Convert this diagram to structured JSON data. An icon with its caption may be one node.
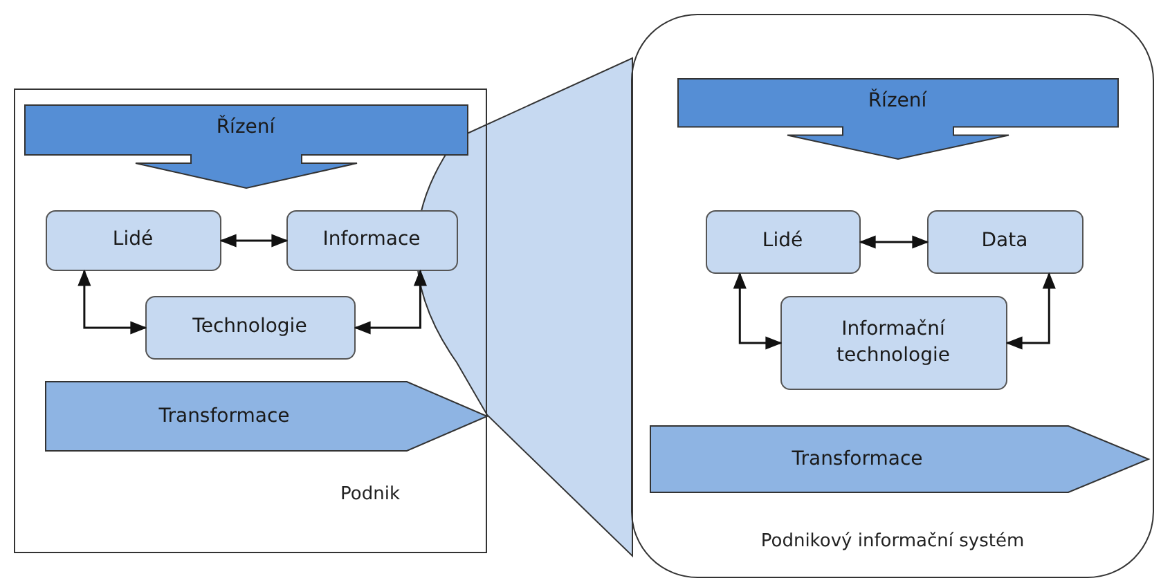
{
  "diagram": {
    "nodes": [
      {
        "text": [
          "Podnik"
        ]
      },
      {
        "text": [
          "Řízení"
        ],
        "in": 0
      },
      {
        "text": [
          "Lidé"
        ],
        "in": 0
      },
      {
        "text": [
          "Informace"
        ],
        "in": 0
      },
      {
        "text": [
          "Technologie"
        ],
        "in": 0
      },
      {
        "text": [
          "Transformace"
        ],
        "in": 0
      },
      {
        "text": [
          "Podnikový informační systém"
        ]
      },
      {
        "text": [
          "Řízení"
        ],
        "in": 6
      },
      {
        "text": [
          "Lidé"
        ],
        "in": 6
      },
      {
        "text": [
          "Data"
        ],
        "in": 6
      },
      {
        "text": [
          "Informační technologie"
        ],
        "in": 6
      },
      {
        "text": [
          "Transformace"
        ],
        "in": 6
      },
      {
        "text": [],
        "shape": "cone"
      }
    ],
    "edges": [
      {
        "from": 2,
        "to": 3,
        "arrow": "both"
      },
      {
        "from": 4,
        "to": 2,
        "arrow": "both"
      },
      {
        "from": 4,
        "to": 3,
        "arrow": "both"
      },
      {
        "from": 8,
        "to": 9,
        "arrow": "both"
      },
      {
        "from": 10,
        "to": 8,
        "arrow": "both"
      },
      {
        "from": 10,
        "to": 9,
        "arrow": "both"
      }
    ]
  }
}
